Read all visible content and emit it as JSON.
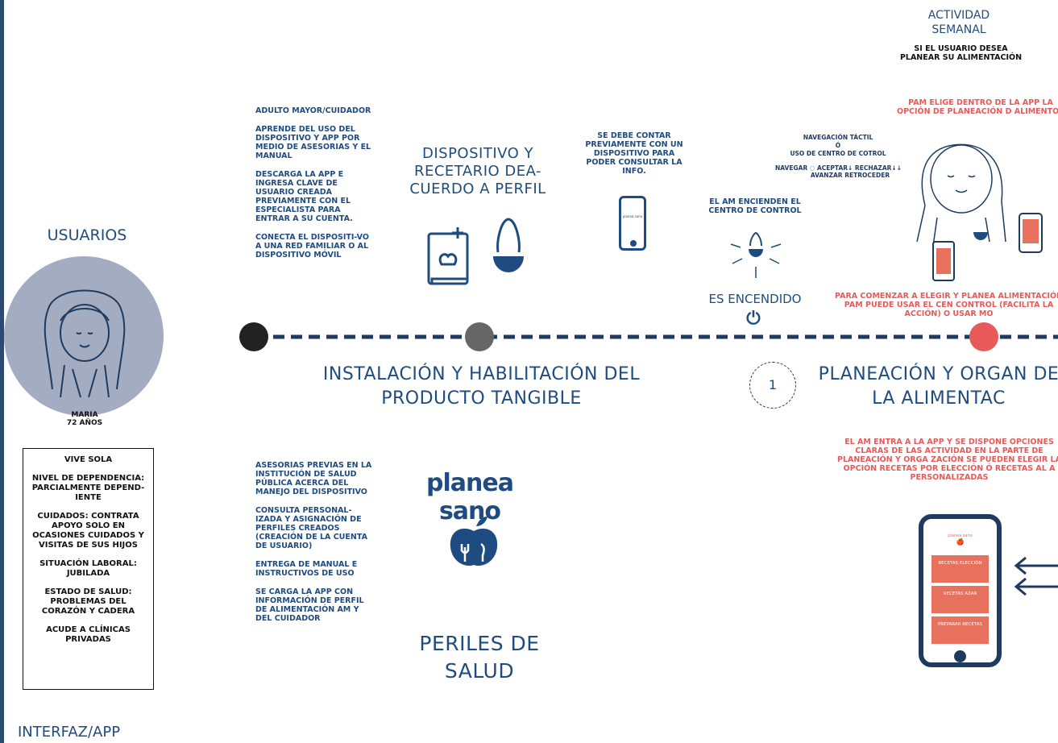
{
  "left": {
    "usuarios": "USUARIOS",
    "persona_name": "MARIA",
    "persona_age": "72 AÑOS",
    "profile": [
      "VIVE SOLA",
      "NIVEL DE DEPENDENCIA: PARCIALMENTE DEPEND-IENTE",
      "CUIDADOS: CONTRATA APOYO SOLO EN OCASIONES CUIDADOS Y VISITAS DE SUS HIJOS",
      "SITUACIÓN LABORAL: JUBILADA",
      "ESTADO DE SALUD: PROBLEMAS DEL CORAZÓN Y CADERA",
      "ACUDE A CLÍNICAS PRIVADAS"
    ],
    "interfaz": "INTERFAZ/APP"
  },
  "stage1_top": {
    "list": [
      "ADULTO MAYOR/CUIDADOR",
      "APRENDE DEL USO DEL DISPOSITIVO Y APP POR MEDIO DE ASESORIAS Y EL MANUAL",
      "DESCARGA LA APP E INGRESA CLAVE DE USUARIO CREADA PREVIAMENTE CON EL ESPECIALISTA PARA ENTRAR A SU CUENTA.",
      "CONECTA EL DISPOSITI-VO A UNA RED FAMILIAR O AL DISPOSITIVO MÓVIL"
    ],
    "heading": "DISPOSITIVO Y RECETARIO DEA-CUERDO A PERFIL",
    "device_note": "SE DEBE CONTAR PREVIAMENTE CON UN DISPOSITIVO PARA PODER CONSULTAR LA INFO.",
    "phone_brand": "planea sano",
    "am_note": "EL AM ENCIENDEN EL CENTRO DE CONTROL",
    "encendido": "ES ENCENDIDO"
  },
  "stage1_bottom": {
    "list": [
      "ASESORIAS PREVIAS EN LA INSTITUCIÓN DE SALUD PÚBLICA ACERCA DEL MANEJO DEL DISPOSITIVO",
      "CONSULTA PERSONAL-IZADA Y ASIGNACIÓN DE PERFILES CREADOS (CREACIÓN DE LA CUENTA DE USUARIO)",
      "ENTREGA DE MANUAL E INSTRUCTIVOS DE USO",
      "SE CARGA LA APP CON INFORMACIÓN DE PERFIL DE ALIMENTACIÓN AM Y DEL CUIDADOR"
    ],
    "brand": "planea sano",
    "perfiles": "PERILES DE SALUD"
  },
  "stage_titles": {
    "stage1": "INSTALACIÓN Y HABILITACIÓN DEL PRODUCTO TANGIBLE",
    "stage2_number": "1",
    "stage2": "PLANEACIÓN Y ORGAN DE LA ALIMENTAC"
  },
  "stage2_top": {
    "actividad": "ACTIVIDAD SEMANAL",
    "actividad_sub": "SI EL USUARIO DESEA PLANEAR SU ALIMENTACIÓN",
    "nav_tactil": "NAVEGACIÓN TÁCTIL",
    "nav_o": "Ó",
    "nav_centro": "USO DE CENTRO DE COTROL",
    "nav_keys": "NAVEGAR ◌ ACEPTAR↓ RECHAZAR↓↓",
    "nav_keys2": "AVANZAR RETROCEDER",
    "pam_elige": "PAM ELIGE DENTRO DE LA APP LA OPCIÓN DE PLANEACIÓN D ALIMENTOS",
    "para_comenzar": "PARA COMENZAR A ELEGIR Y PLANEA ALIMENTACIÓN PAM PUEDE USAR EL CEN CONTROL (FACILITA LA ACCIÓN) O USAR MO"
  },
  "stage2_bottom": {
    "am_entra": "EL AM ENTRA A LA APP Y SE DISPONE OPCIONES CLARAS DE LAS ACTIVIDAD EN LA PARTE DE PLANEACIÓN Y ORGA ZACIÓN SE PUEDEN ELEGIR LA OPCIÓN RECETAS POR ELECCIÓN Ó RECETAS AL A PERSONALIZADAS",
    "phone_brand": "planea sano",
    "btn1": "RECETAS ELECCIÓN",
    "btn2": "RECETAS AZAR",
    "btn3": "PREPARAR RECETAS"
  },
  "colors": {
    "navy": "#1f4c80",
    "dot1": "#222222",
    "dot2": "#666666",
    "dot3": "#e85a5a",
    "accent": "#e8715e",
    "avatar_bg": "#a3acc1"
  }
}
